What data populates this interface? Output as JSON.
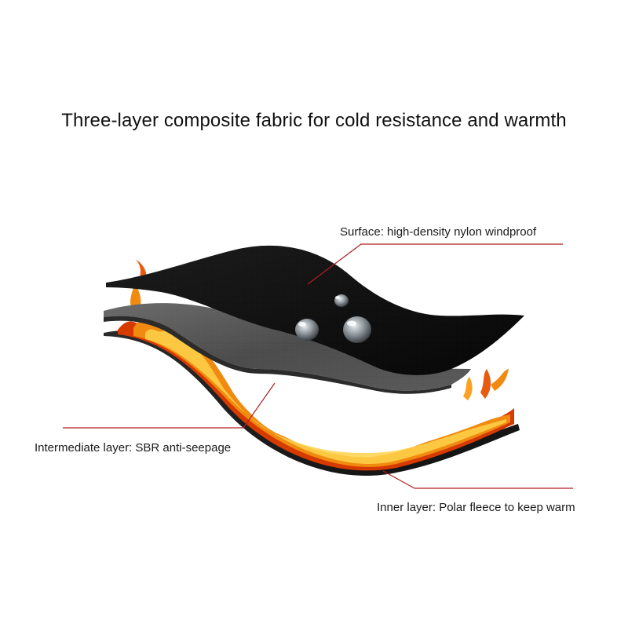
{
  "title": "Three-layer composite fabric for cold resistance and warmth",
  "layers": [
    {
      "id": "surface",
      "label": "Surface: high-density nylon windproof",
      "color": "#0c0c0c"
    },
    {
      "id": "intermediate",
      "label": "Intermediate layer: SBR anti-seepage",
      "color": "#505050"
    },
    {
      "id": "inner",
      "label": "Inner layer: Polar fleece to keep warm",
      "color": "#1a1a1a"
    }
  ],
  "colors": {
    "leader_line": "#b01e1e",
    "flame_outer": "#d63a00",
    "flame_mid": "#f08a10",
    "flame_core": "#ffd24a",
    "water_drop": "#9aa0a6"
  }
}
